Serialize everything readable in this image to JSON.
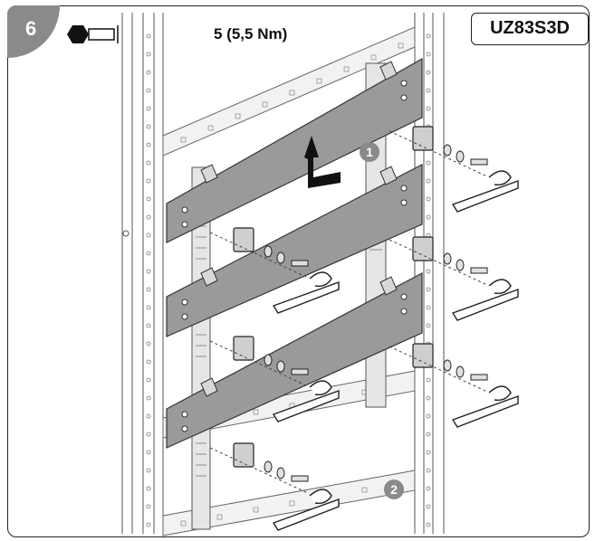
{
  "step": {
    "number": "6"
  },
  "torque": {
    "label": "5 (5,5 Nm)"
  },
  "product": {
    "code": "UZ83S3D"
  },
  "callouts": [
    {
      "number": "1"
    },
    {
      "number": "2"
    }
  ],
  "icons": {
    "tool": "hex-socket-icon",
    "direction": "arrow-up-icon"
  },
  "colors": {
    "bar_fill": "#9a9a9a",
    "bar_stroke": "#333333",
    "frame_stroke": "#222222",
    "callout_fill": "#8a8a8a",
    "step_tab_fill": "#8a8a8a"
  }
}
